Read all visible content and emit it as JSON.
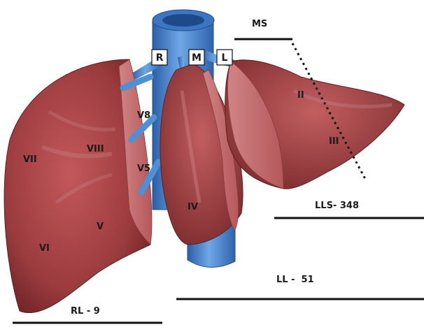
{
  "colors": {
    "liver": "#a8474a",
    "liver_dark": "#6e2426",
    "liver_cut": "#c9787a",
    "vein": "#4f8fd6",
    "vein_dark": "#2b5fa6",
    "background": "#ffffff",
    "line": "#111111"
  },
  "vein_labels": {
    "right": "R",
    "middle": "M",
    "left": "L"
  },
  "inner_vein_labels": {
    "v8": "V8",
    "v5": "V5"
  },
  "segments": {
    "II": "II",
    "III": "III",
    "IV": "IV",
    "V": "V",
    "VI": "VI",
    "VII": "VII",
    "VIII": "VIII"
  },
  "captions": {
    "ms": "MS",
    "lls": "LLS- 348",
    "ll": "LL -  51",
    "rl": "RL - 9"
  }
}
